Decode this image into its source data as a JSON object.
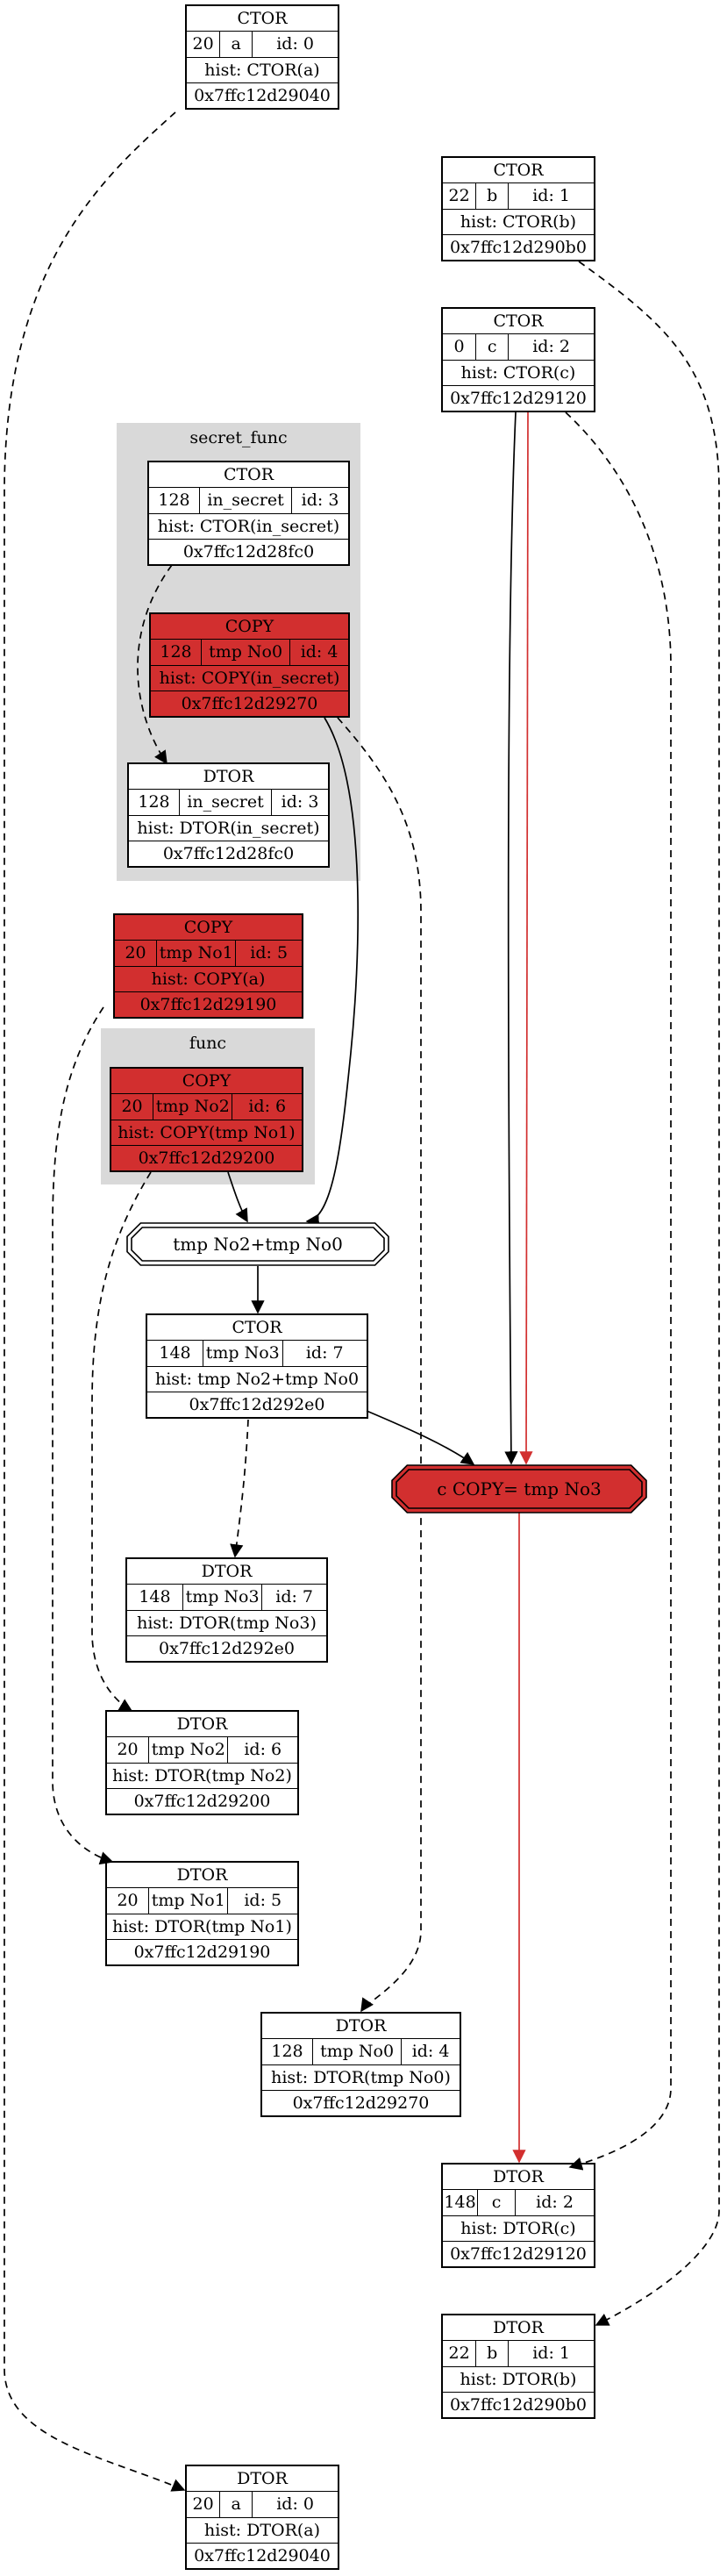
{
  "clusters": [
    {
      "id": "cl-secret",
      "label": "secret_func"
    },
    {
      "id": "cl-func",
      "label": "func"
    }
  ],
  "nodes": [
    {
      "id": "n0",
      "kind": "CTOR",
      "value": "20",
      "name": "a",
      "ident": "id: 0",
      "hist": "hist: CTOR(a)",
      "addr": "0x7ffc12d29040",
      "highlight": false
    },
    {
      "id": "n1",
      "kind": "CTOR",
      "value": "22",
      "name": "b",
      "ident": "id: 1",
      "hist": "hist: CTOR(b)",
      "addr": "0x7ffc12d290b0",
      "highlight": false
    },
    {
      "id": "n2",
      "kind": "CTOR",
      "value": "0",
      "name": "c",
      "ident": "id: 2",
      "hist": "hist: CTOR(c)",
      "addr": "0x7ffc12d29120",
      "highlight": false
    },
    {
      "id": "n3",
      "kind": "CTOR",
      "value": "128",
      "name": "in_secret",
      "ident": "id: 3",
      "hist": "hist: CTOR(in_secret)",
      "addr": "0x7ffc12d28fc0",
      "highlight": false
    },
    {
      "id": "n4",
      "kind": "COPY",
      "value": "128",
      "name": "tmp No0",
      "ident": "id: 4",
      "hist": "hist: COPY(in_secret)",
      "addr": "0x7ffc12d29270",
      "highlight": true
    },
    {
      "id": "n5",
      "kind": "DTOR",
      "value": "128",
      "name": "in_secret",
      "ident": "id: 3",
      "hist": "hist: DTOR(in_secret)",
      "addr": "0x7ffc12d28fc0",
      "highlight": false
    },
    {
      "id": "n6",
      "kind": "COPY",
      "value": "20",
      "name": "tmp No1",
      "ident": "id: 5",
      "hist": "hist: COPY(a)",
      "addr": "0x7ffc12d29190",
      "highlight": true
    },
    {
      "id": "n7",
      "kind": "COPY",
      "value": "20",
      "name": "tmp No2",
      "ident": "id: 6",
      "hist": "hist: COPY(tmp No1)",
      "addr": "0x7ffc12d29200",
      "highlight": true
    },
    {
      "id": "n8",
      "kind": "CTOR",
      "value": "148",
      "name": "tmp No3",
      "ident": "id: 7",
      "hist": "hist: tmp No2+tmp No0",
      "addr": "0x7ffc12d292e0",
      "highlight": false
    },
    {
      "id": "n9",
      "kind": "DTOR",
      "value": "148",
      "name": "tmp No3",
      "ident": "id: 7",
      "hist": "hist: DTOR(tmp No3)",
      "addr": "0x7ffc12d292e0",
      "highlight": false
    },
    {
      "id": "n10",
      "kind": "DTOR",
      "value": "20",
      "name": "tmp No2",
      "ident": "id: 6",
      "hist": "hist: DTOR(tmp No2)",
      "addr": "0x7ffc12d29200",
      "highlight": false
    },
    {
      "id": "n11",
      "kind": "DTOR",
      "value": "20",
      "name": "tmp No1",
      "ident": "id: 5",
      "hist": "hist: DTOR(tmp No1)",
      "addr": "0x7ffc12d29190",
      "highlight": false
    },
    {
      "id": "n12",
      "kind": "DTOR",
      "value": "128",
      "name": "tmp No0",
      "ident": "id: 4",
      "hist": "hist: DTOR(tmp No0)",
      "addr": "0x7ffc12d29270",
      "highlight": false
    },
    {
      "id": "n13",
      "kind": "DTOR",
      "value": "148",
      "name": "c",
      "ident": "id: 2",
      "hist": "hist: DTOR(c)",
      "addr": "0x7ffc12d29120",
      "highlight": false
    },
    {
      "id": "n14",
      "kind": "DTOR",
      "value": "22",
      "name": "b",
      "ident": "id: 1",
      "hist": "hist: DTOR(b)",
      "addr": "0x7ffc12d290b0",
      "highlight": false
    },
    {
      "id": "n15",
      "kind": "DTOR",
      "value": "20",
      "name": "a",
      "ident": "id: 0",
      "hist": "hist: DTOR(a)",
      "addr": "0x7ffc12d29040",
      "highlight": false
    }
  ],
  "operations": [
    {
      "id": "op-plus",
      "label": "tmp No2+tmp No0",
      "highlight": false
    },
    {
      "id": "op-assign",
      "label": "c COPY= tmp No3",
      "highlight": true
    }
  ],
  "edges": [
    {
      "id": "e-a-life",
      "from": "n0",
      "to": "n15",
      "style": "dashed",
      "color": "#000000"
    },
    {
      "id": "e-b-life",
      "from": "n1",
      "to": "n14",
      "style": "dashed",
      "color": "#000000"
    },
    {
      "id": "e-c-life",
      "from": "n2",
      "to": "n13",
      "style": "dashed",
      "color": "#000000"
    },
    {
      "id": "e-c-assign",
      "from": "n2",
      "to": "op-assign",
      "style": "solid",
      "color": "#000000"
    },
    {
      "id": "e-c-assign-r",
      "from": "n2",
      "to": "op-assign",
      "style": "solid",
      "color": "#d22f2f"
    },
    {
      "id": "e-insecret",
      "from": "n3",
      "to": "n5",
      "style": "dashed",
      "color": "#000000"
    },
    {
      "id": "e-no0-plus",
      "from": "n4",
      "to": "op-plus",
      "style": "solid",
      "color": "#000000"
    },
    {
      "id": "e-no0-life",
      "from": "n4",
      "to": "n12",
      "style": "dashed",
      "color": "#000000"
    },
    {
      "id": "e-no1-life",
      "from": "n6",
      "to": "n11",
      "style": "dashed",
      "color": "#000000"
    },
    {
      "id": "e-no2-plus",
      "from": "n7",
      "to": "op-plus",
      "style": "solid",
      "color": "#000000"
    },
    {
      "id": "e-no2-life",
      "from": "n7",
      "to": "n10",
      "style": "dashed",
      "color": "#000000"
    },
    {
      "id": "e-plus-no3",
      "from": "op-plus",
      "to": "n8",
      "style": "solid",
      "color": "#000000"
    },
    {
      "id": "e-no3-assign",
      "from": "n8",
      "to": "op-assign",
      "style": "solid",
      "color": "#000000"
    },
    {
      "id": "e-no3-life",
      "from": "n8",
      "to": "n9",
      "style": "dashed",
      "color": "#000000"
    },
    {
      "id": "e-assign-c",
      "from": "op-assign",
      "to": "n13",
      "style": "solid",
      "color": "#d22f2f"
    }
  ],
  "colors": {
    "highlight": "#d22f2f",
    "cluster": "#d9d9d9",
    "stroke": "#000000"
  }
}
